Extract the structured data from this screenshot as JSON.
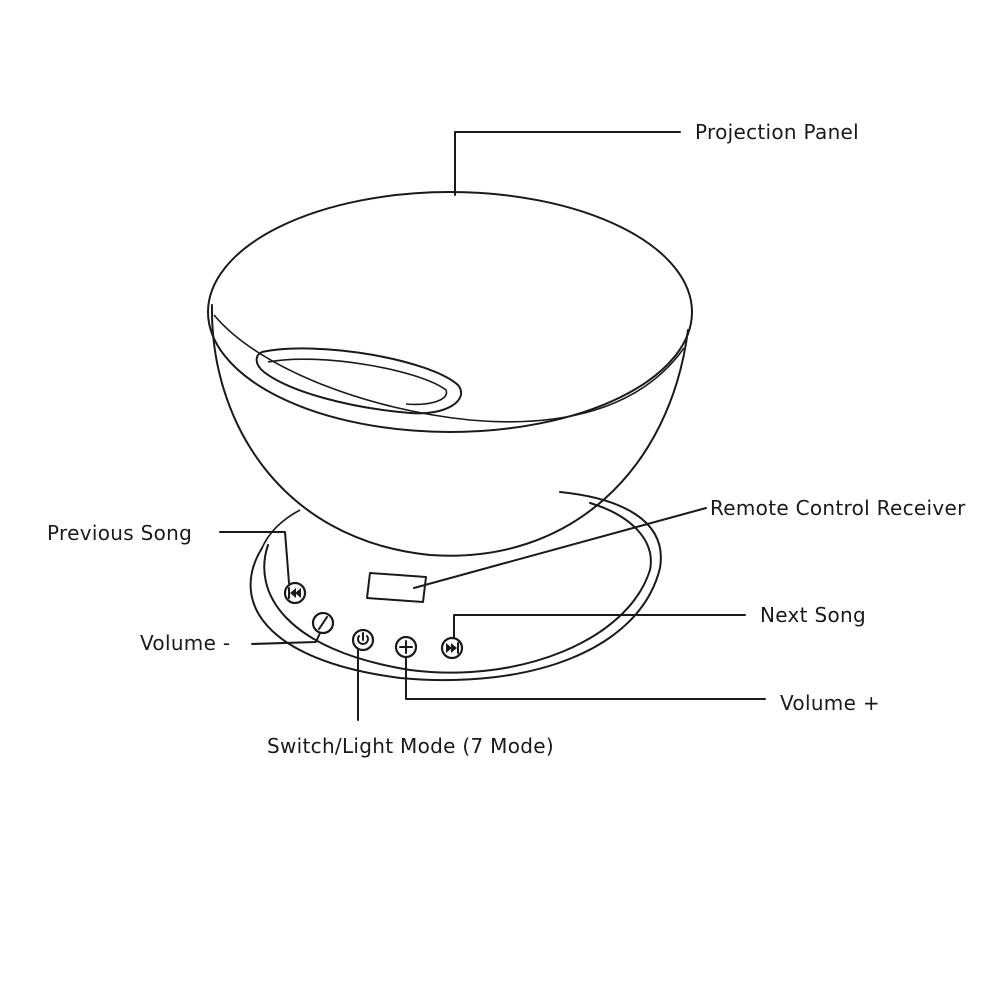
{
  "labels": {
    "projection_panel": "Projection Panel",
    "remote_control_receiver": "Remote Control Receiver",
    "previous_song": "Previous Song",
    "next_song": "Next Song",
    "volume_minus": "Volume -",
    "volume_plus": "Volume +",
    "switch_light_mode": "Switch/Light Mode (7 Mode)"
  },
  "icons": {
    "previous": "previous-track-icon",
    "volume_down": "minus-icon",
    "power": "power-icon",
    "volume_up": "plus-icon",
    "next": "next-track-icon"
  },
  "colors": {
    "line": "#1a1a1a",
    "background": "#ffffff"
  }
}
